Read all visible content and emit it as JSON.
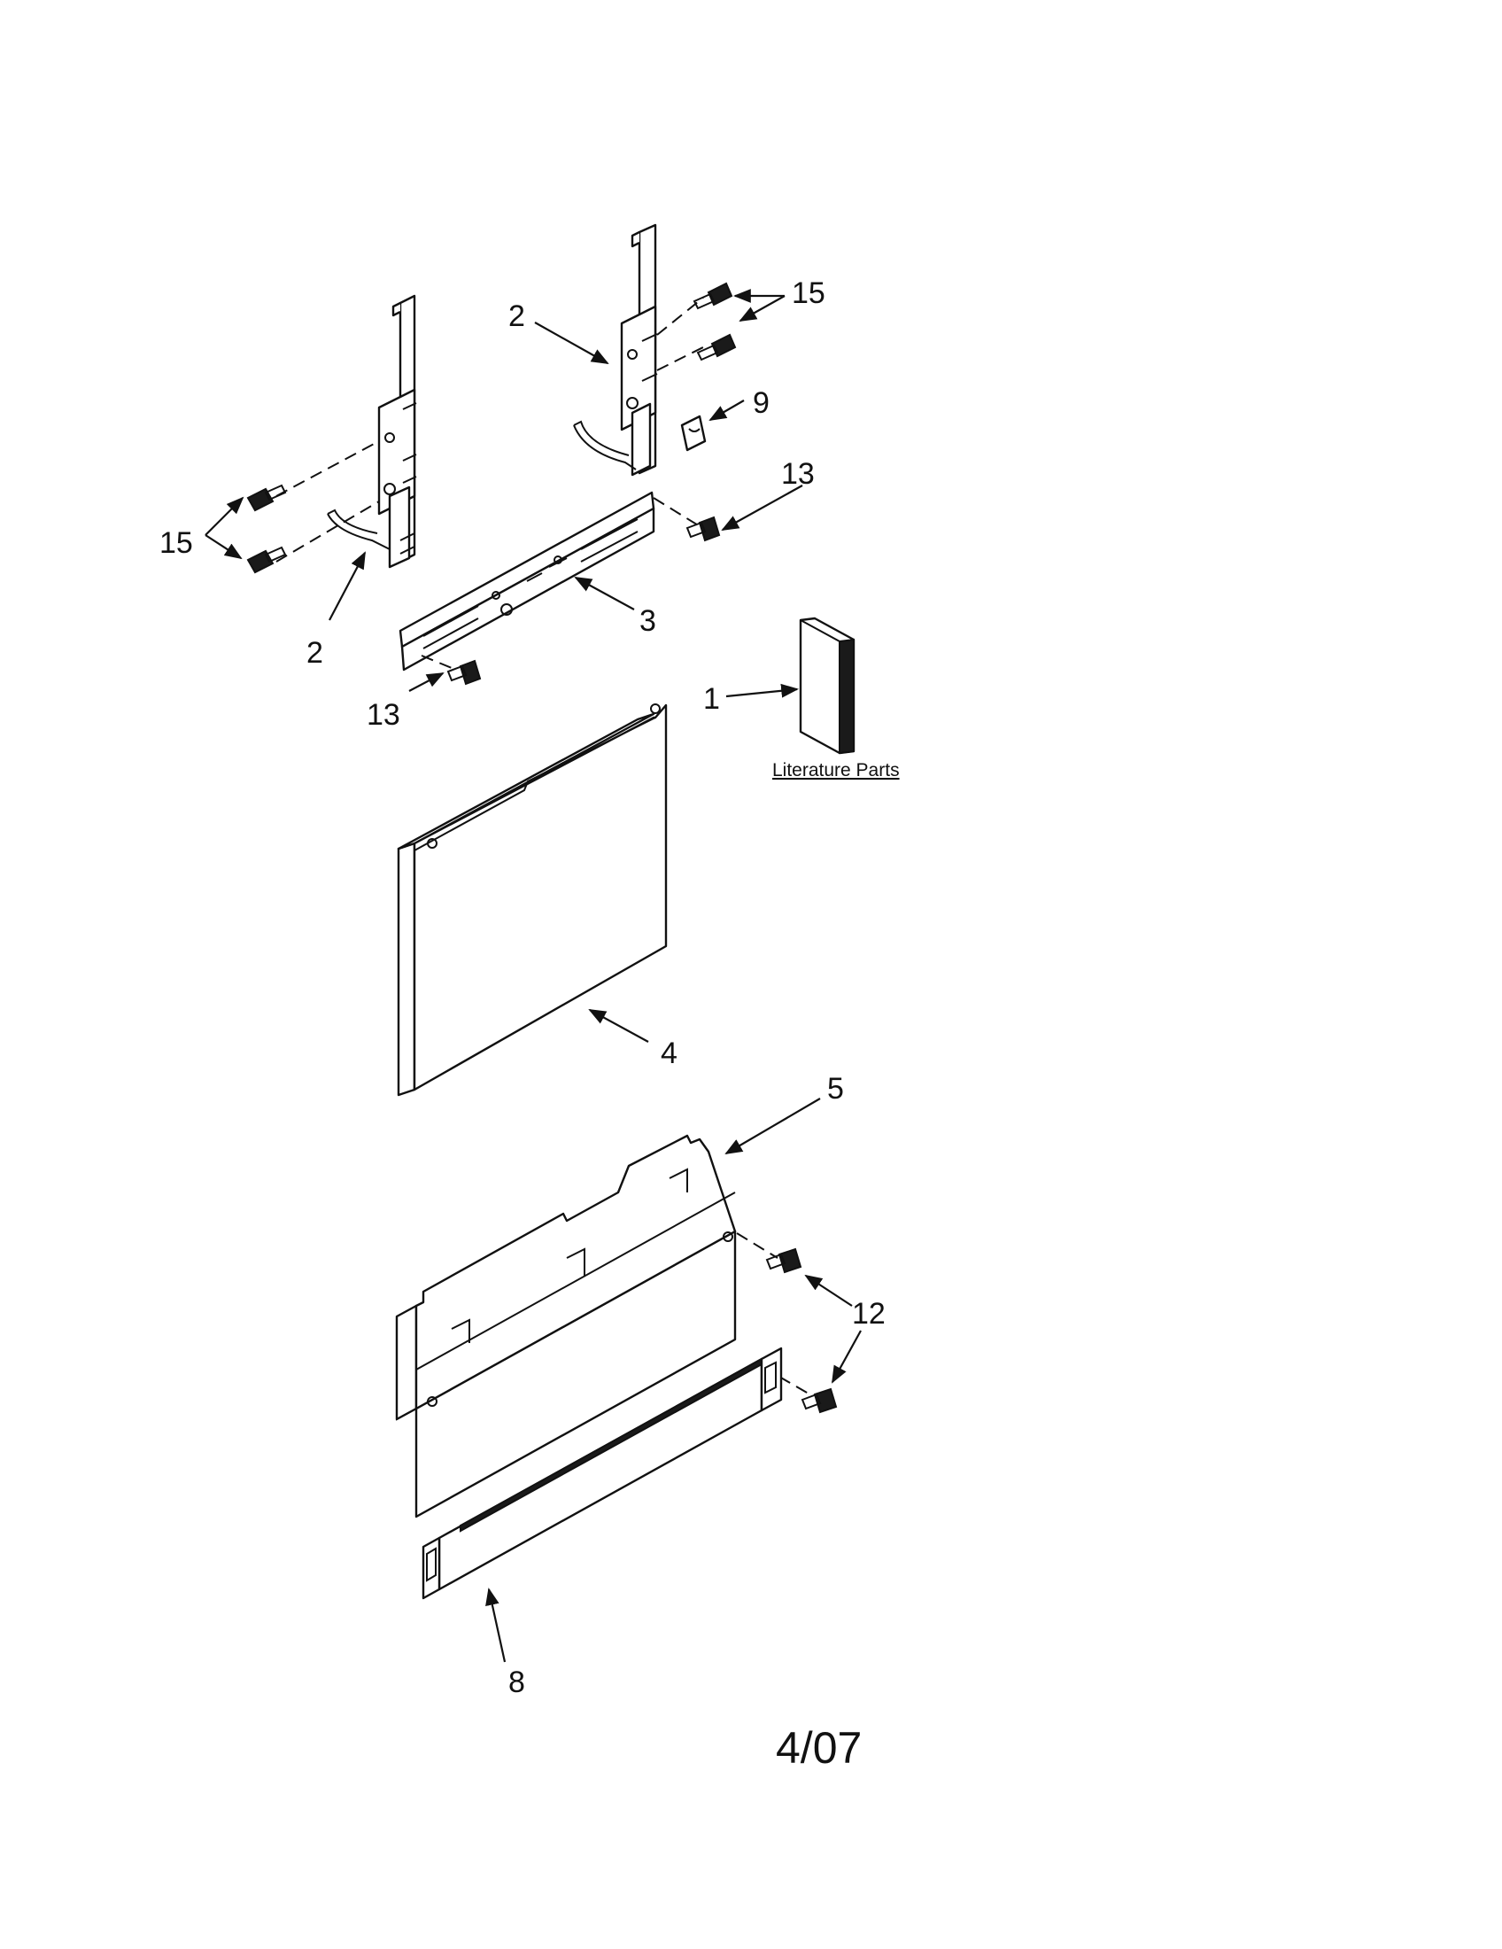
{
  "callouts": {
    "c1": "1",
    "c2_upper": "2",
    "c2_lower": "2",
    "c3": "3",
    "c4": "4",
    "c5": "5",
    "c8": "8",
    "c9": "9",
    "c12": "12",
    "c13_upper": "13",
    "c13_lower": "13",
    "c15_right": "15",
    "c15_left": "15"
  },
  "literature_label": "Literature Parts",
  "revision_date": "4/07"
}
